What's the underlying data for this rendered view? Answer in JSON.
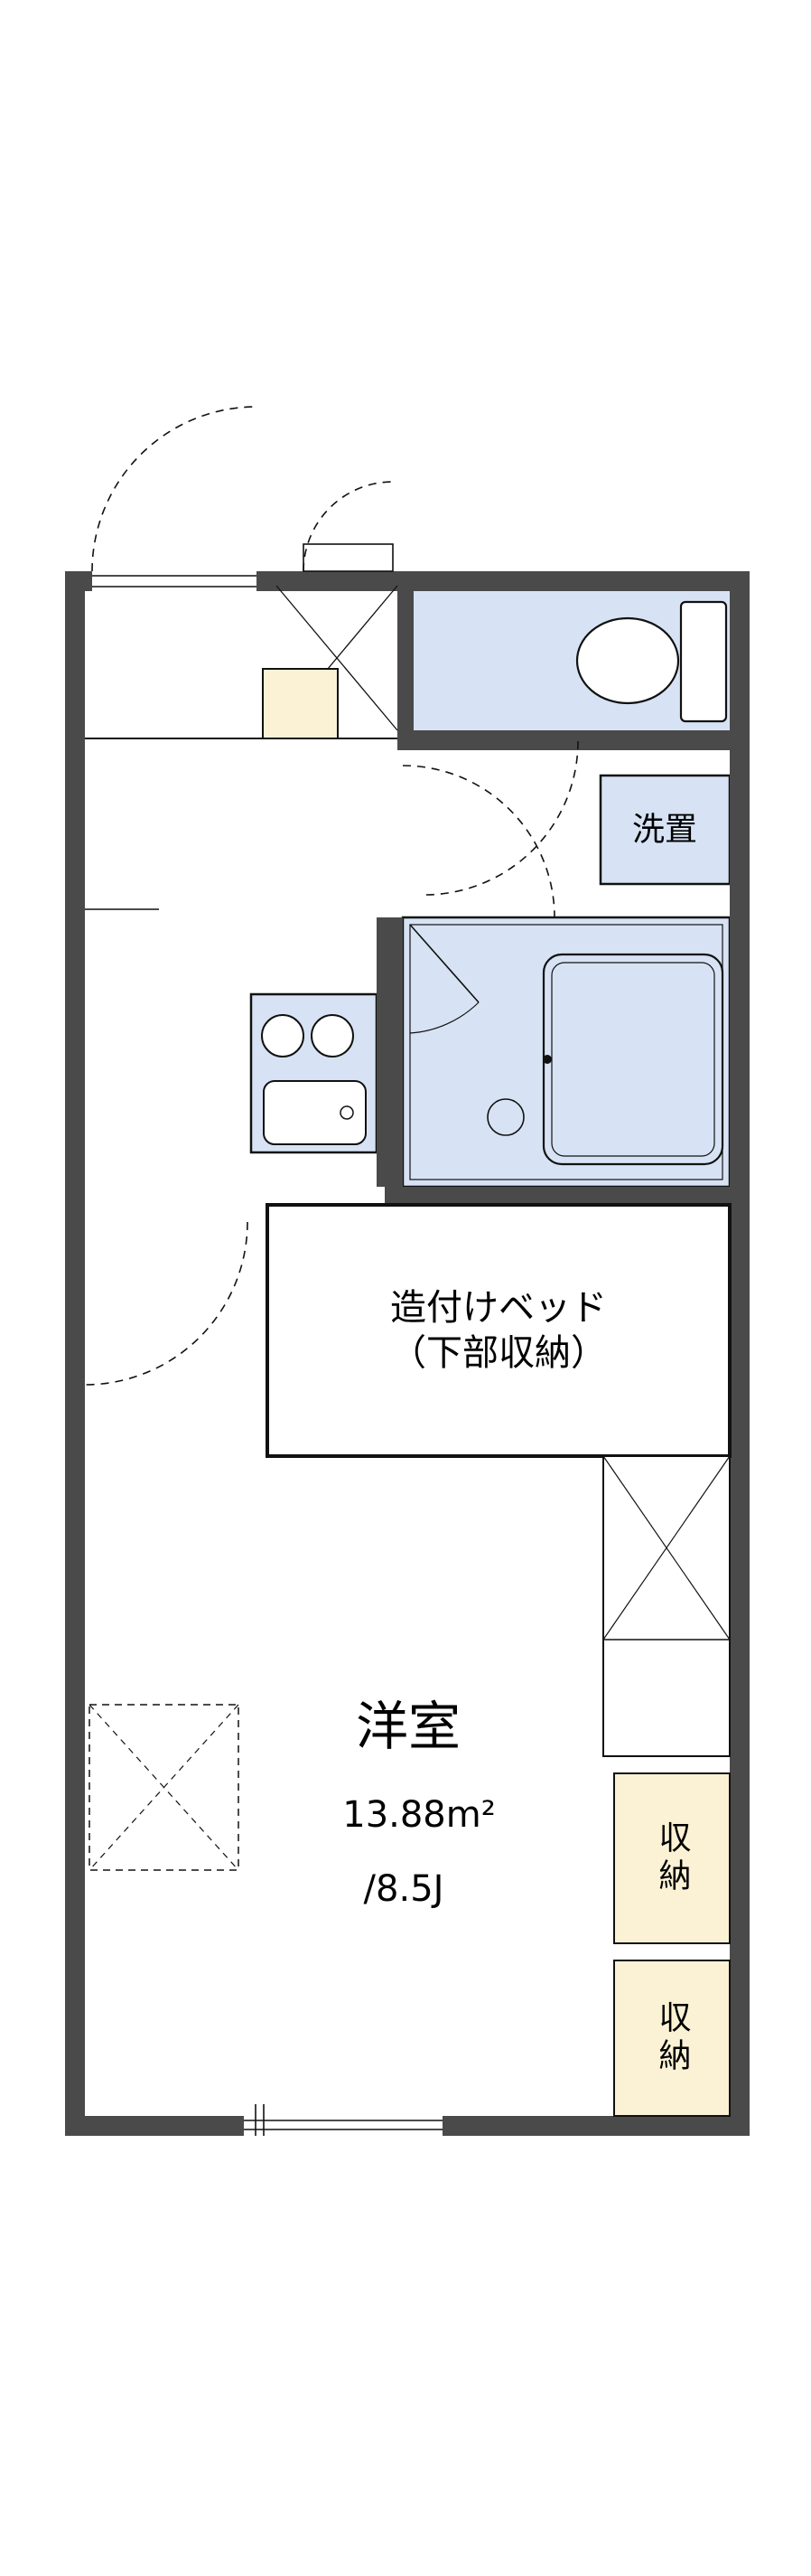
{
  "floorplan": {
    "labels": {
      "laundry": "洗置",
      "bed_line1": "造付けベッド",
      "bed_line2": "（下部収納）",
      "room_name": "洋室",
      "room_area": "13.88m²",
      "room_tatami": "/8.5J",
      "storage_top": "収納",
      "storage_bottom": "収納"
    },
    "colors": {
      "wall": "#4a4a4a",
      "water_fill": "#d7e3f4",
      "storage_fill": "#fbf2d5",
      "line": "#111111",
      "background": "#ffffff"
    }
  }
}
